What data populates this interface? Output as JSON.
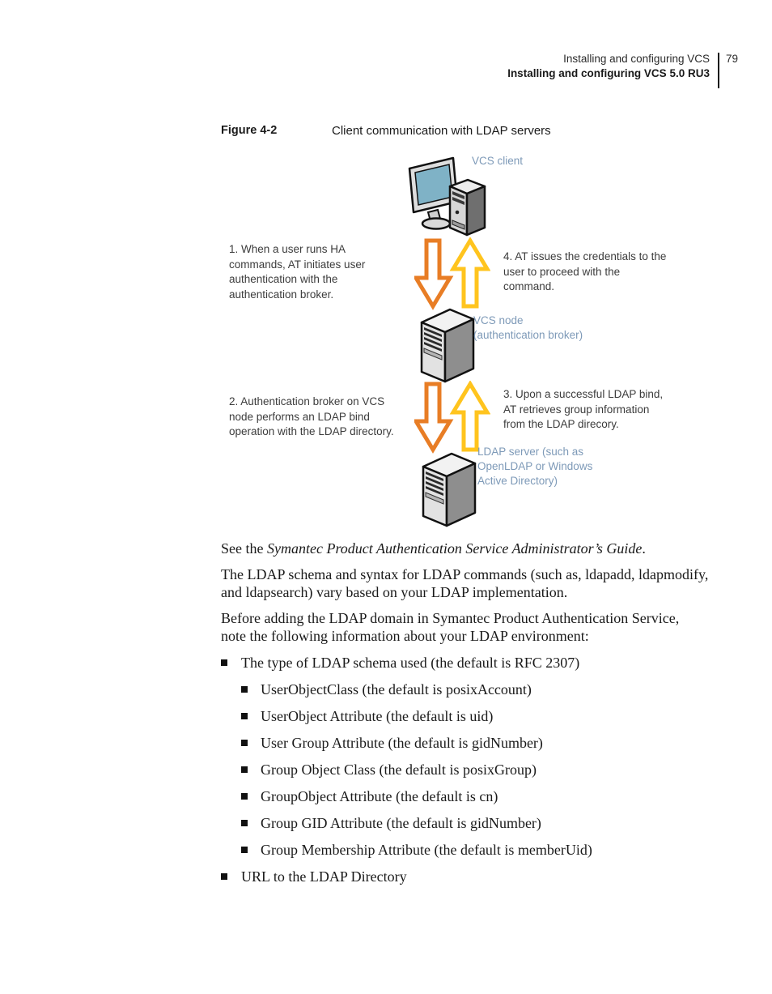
{
  "header": {
    "line1": "Installing and configuring VCS",
    "line2": "Installing and configuring VCS 5.0 RU3",
    "page_number": "79"
  },
  "figure": {
    "label": "Figure 4-2",
    "caption": "Client communication with LDAP servers",
    "client_label": "VCS client",
    "node_label": "VCS node\n(authentication broker)",
    "ldap_label": "LDAP server (such as\nOpenLDAP or Windows\nActive Directory)",
    "step1": "1. When a user runs HA\ncommands, AT initiates user\nauthentication with the\nauthentication broker.",
    "step2": "2. Authentication broker on VCS\nnode performs an LDAP bind\noperation with the LDAP directory.",
    "step3": "3. Upon a successful LDAP bind,\nAT retrieves group information\nfrom the LDAP direcory.",
    "step4": "4. AT issues the credentials to the\nuser to proceed with the\ncommand.",
    "colors": {
      "down_arrow": "#E87D25",
      "up_arrow": "#FFC41E",
      "label_blue": "#7E9AB8"
    }
  },
  "body": {
    "see_prefix": "See the ",
    "see_italic": "Symantec Product Authentication Service Administrator’s Guide",
    "see_suffix": ".",
    "para2": "The LDAP schema and syntax for LDAP commands (such as, ldapadd, ldapmodify,\nand ldapsearch) vary based on your LDAP implementation.",
    "para3": "Before adding the LDAP domain in Symantec Product Authentication Service,\nnote the following information about your LDAP environment:",
    "bullets": [
      {
        "level": 1,
        "text": "The type of LDAP schema used (the default is RFC 2307)"
      },
      {
        "level": 2,
        "text": "UserObjectClass (the default is posixAccount)"
      },
      {
        "level": 2,
        "text": "UserObject Attribute (the default is uid)"
      },
      {
        "level": 2,
        "text": "User Group Attribute (the default is gidNumber)"
      },
      {
        "level": 2,
        "text": "Group Object Class (the default is posixGroup)"
      },
      {
        "level": 2,
        "text": "GroupObject Attribute (the default is cn)"
      },
      {
        "level": 2,
        "text": "Group GID Attribute (the default is gidNumber)"
      },
      {
        "level": 2,
        "text": "Group Membership Attribute (the default is memberUid)"
      },
      {
        "level": 1,
        "text": "URL to the LDAP Directory"
      }
    ]
  }
}
